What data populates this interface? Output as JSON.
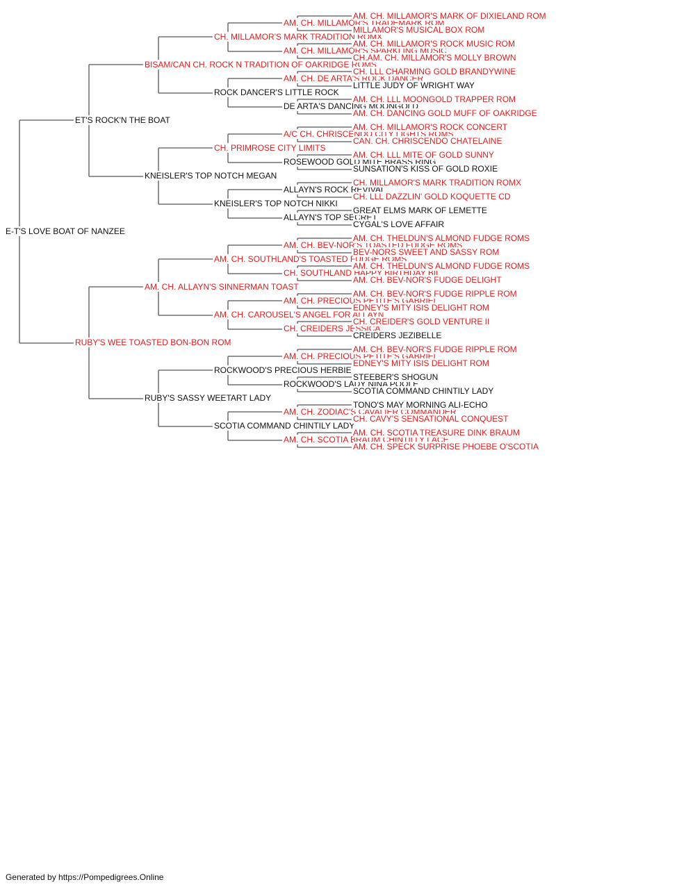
{
  "colors": {
    "champion": "#e01b1b",
    "regular": "#111111",
    "line": "#555555"
  },
  "pedigree": {
    "name": "E-T'S LOVE BOAT OF NANZEE",
    "champion": false,
    "sire": {
      "name": "ET'S ROCK'N THE BOAT",
      "champion": false,
      "sire": {
        "name": "BISAM/CAN CH. ROCK N TRADITION OF OAKRIDGE ROMS",
        "champion": true,
        "sire": {
          "name": "CH. MILLAMOR'S MARK TRADITION ROMX",
          "champion": true,
          "sire": {
            "name": "AM. CH. MILLAMOR'S TRADEMARK ROM",
            "champion": true,
            "sire": {
              "name": "AM. CH. MILLAMOR'S MARK OF DIXIELAND ROM",
              "champion": true
            },
            "dam": {
              "name": "MILLAMOR'S MUSICAL BOX ROM",
              "champion": true
            }
          },
          "dam": {
            "name": "AM. CH. MILLAMOR'S SPARKLING MUSIC",
            "champion": true,
            "sire": {
              "name": "AM. CH. MILLAMOR'S ROCK MUSIC ROM",
              "champion": true
            },
            "dam": {
              "name": "CH.AM. CH. MILLAMOR'S MOLLY BROWN",
              "champion": true
            }
          }
        },
        "dam": {
          "name": "ROCK DANCER'S LITTLE ROCK",
          "champion": false,
          "sire": {
            "name": "AM. CH. DE ARTA'S ROCK DANCER",
            "champion": true,
            "sire": {
              "name": "CH. LLL CHARMING GOLD BRANDYWINE",
              "champion": true
            },
            "dam": {
              "name": "LITTLE JUDY OF WRIGHT WAY",
              "champion": false
            }
          },
          "dam": {
            "name": "DE ARTA'S DANCING MOONGOLD",
            "champion": false,
            "sire": {
              "name": "AM. CH. LLL MOONGOLD TRAPPER ROM",
              "champion": true
            },
            "dam": {
              "name": "AM. CH. DANCING GOLD MUFF OF OAKRIDGE",
              "champion": true
            }
          }
        }
      },
      "dam": {
        "name": "KNEISLER'S TOP NOTCH MEGAN",
        "champion": false,
        "sire": {
          "name": "CH. PRIMROSE CITY LIMITS",
          "champion": true,
          "sire": {
            "name": "A/C CH. CHRISCENDO CITY LIGHTS ROMS",
            "champion": true,
            "sire": {
              "name": "AM. CH. MILLAMOR'S ROCK CONCERT",
              "champion": true
            },
            "dam": {
              "name": "CAN. CH. CHRISCENDO CHATELAINE",
              "champion": true
            }
          },
          "dam": {
            "name": "ROSEWOOD GOLD MITE BRASS RING",
            "champion": false,
            "sire": {
              "name": "AM. CH. LLL MITE OF GOLD SUNNY",
              "champion": true
            },
            "dam": {
              "name": "SUNSATION'S KISS OF GOLD ROXIE",
              "champion": false
            }
          }
        },
        "dam": {
          "name": "KNEISLER'S TOP NOTCH NIKKI",
          "champion": false,
          "sire": {
            "name": "ALLAYN'S ROCK REVIVAL",
            "champion": false,
            "sire": {
              "name": "CH. MILLAMOR'S MARK TRADITION ROMX",
              "champion": true
            },
            "dam": {
              "name": "CH. LLL DAZZLIN' GOLD KOQUETTE CD",
              "champion": true
            }
          },
          "dam": {
            "name": "ALLAYN'S TOP SECRET",
            "champion": false,
            "sire": {
              "name": "GREAT ELMS MARK OF LEMETTE",
              "champion": false
            },
            "dam": {
              "name": "CYGAL'S LOVE AFFAIR",
              "champion": false
            }
          }
        }
      }
    },
    "dam": {
      "name": "RUBY'S WEE TOASTED BON-BON ROM",
      "champion": true,
      "sire": {
        "name": "AM. CH. ALLAYN'S SINNERMAN TOAST",
        "champion": true,
        "sire": {
          "name": "AM. CH. SOUTHLAND'S TOASTED FUDGE ROMS",
          "champion": true,
          "sire": {
            "name": "AM. CH. BEV-NOR'S TOASTED FUDGE ROMS",
            "champion": true,
            "sire": {
              "name": "AM. CH. THELDUN'S ALMOND FUDGE ROMS",
              "champion": true
            },
            "dam": {
              "name": "BEV-NORS SWEET AND SASSY ROM",
              "champion": true
            }
          },
          "dam": {
            "name": "CH. SOUTHLAND HAPPY BIRTHDAY BIL",
            "champion": true,
            "sire": {
              "name": "AM. CH. THELDUN'S ALMOND FUDGE ROMS",
              "champion": true
            },
            "dam": {
              "name": "AM. CH. BEV-NOR'S FUDGE DELIGHT",
              "champion": true
            }
          }
        },
        "dam": {
          "name": "AM. CH. CAROUSEL'S ANGEL FOR ALLAYN",
          "champion": true,
          "sire": {
            "name": "AM. CH. PRECIOUS PETITE'S GABRIEL",
            "champion": true,
            "sire": {
              "name": "AM. CH. BEV-NOR'S FUDGE RIPPLE ROM",
              "champion": true
            },
            "dam": {
              "name": "EDNEY'S MITY ISIS DELIGHT ROM",
              "champion": true
            }
          },
          "dam": {
            "name": "CH. CREIDERS JESSICA",
            "champion": true,
            "sire": {
              "name": "CH. CREIDER'S GOLD VENTURE II",
              "champion": true
            },
            "dam": {
              "name": "CREIDERS JEZIBELLE",
              "champion": false
            }
          }
        }
      },
      "dam": {
        "name": "RUBY'S SASSY WEETART LADY",
        "champion": false,
        "sire": {
          "name": "ROCKWOOD'S PRECIOUS HERBIE",
          "champion": false,
          "sire": {
            "name": "AM. CH. PRECIOUS PETITE'S GABRIEL",
            "champion": true,
            "sire": {
              "name": "AM. CH. BEV-NOR'S FUDGE RIPPLE ROM",
              "champion": true
            },
            "dam": {
              "name": "EDNEY'S MITY ISIS DELIGHT ROM",
              "champion": true
            }
          },
          "dam": {
            "name": "ROCKWOOD'S LADY NINA POOLE",
            "champion": false,
            "sire": {
              "name": "STEEBER'S SHOGUN",
              "champion": false
            },
            "dam": {
              "name": "SCOTIA COMMAND CHINTILY LADY",
              "champion": false
            }
          }
        },
        "dam": {
          "name": "SCOTIA COMMAND CHINTILY LADY",
          "champion": false,
          "sire": {
            "name": "AM. CH. ZODIAC'S CAVALIER COMMANDER",
            "champion": true,
            "sire": {
              "name": "TONO'S MAY MORNING ALI-ECHO",
              "champion": false
            },
            "dam": {
              "name": "CH. CAVY'S SENSATIONAL CONQUEST",
              "champion": true
            }
          },
          "dam": {
            "name": "AM. CH. SCOTIA BRAUM CHINTILLY LACE",
            "champion": true,
            "sire": {
              "name": "AM. CH. SCOTIA TREASURE DINK BRAUM",
              "champion": true
            },
            "dam": {
              "name": "AM. CH. SPECK SURPRISE PHOEBE O'SCOTIA",
              "champion": true
            }
          }
        }
      }
    }
  },
  "footer": {
    "text": "Generated by https://Pompedigrees.Online"
  }
}
